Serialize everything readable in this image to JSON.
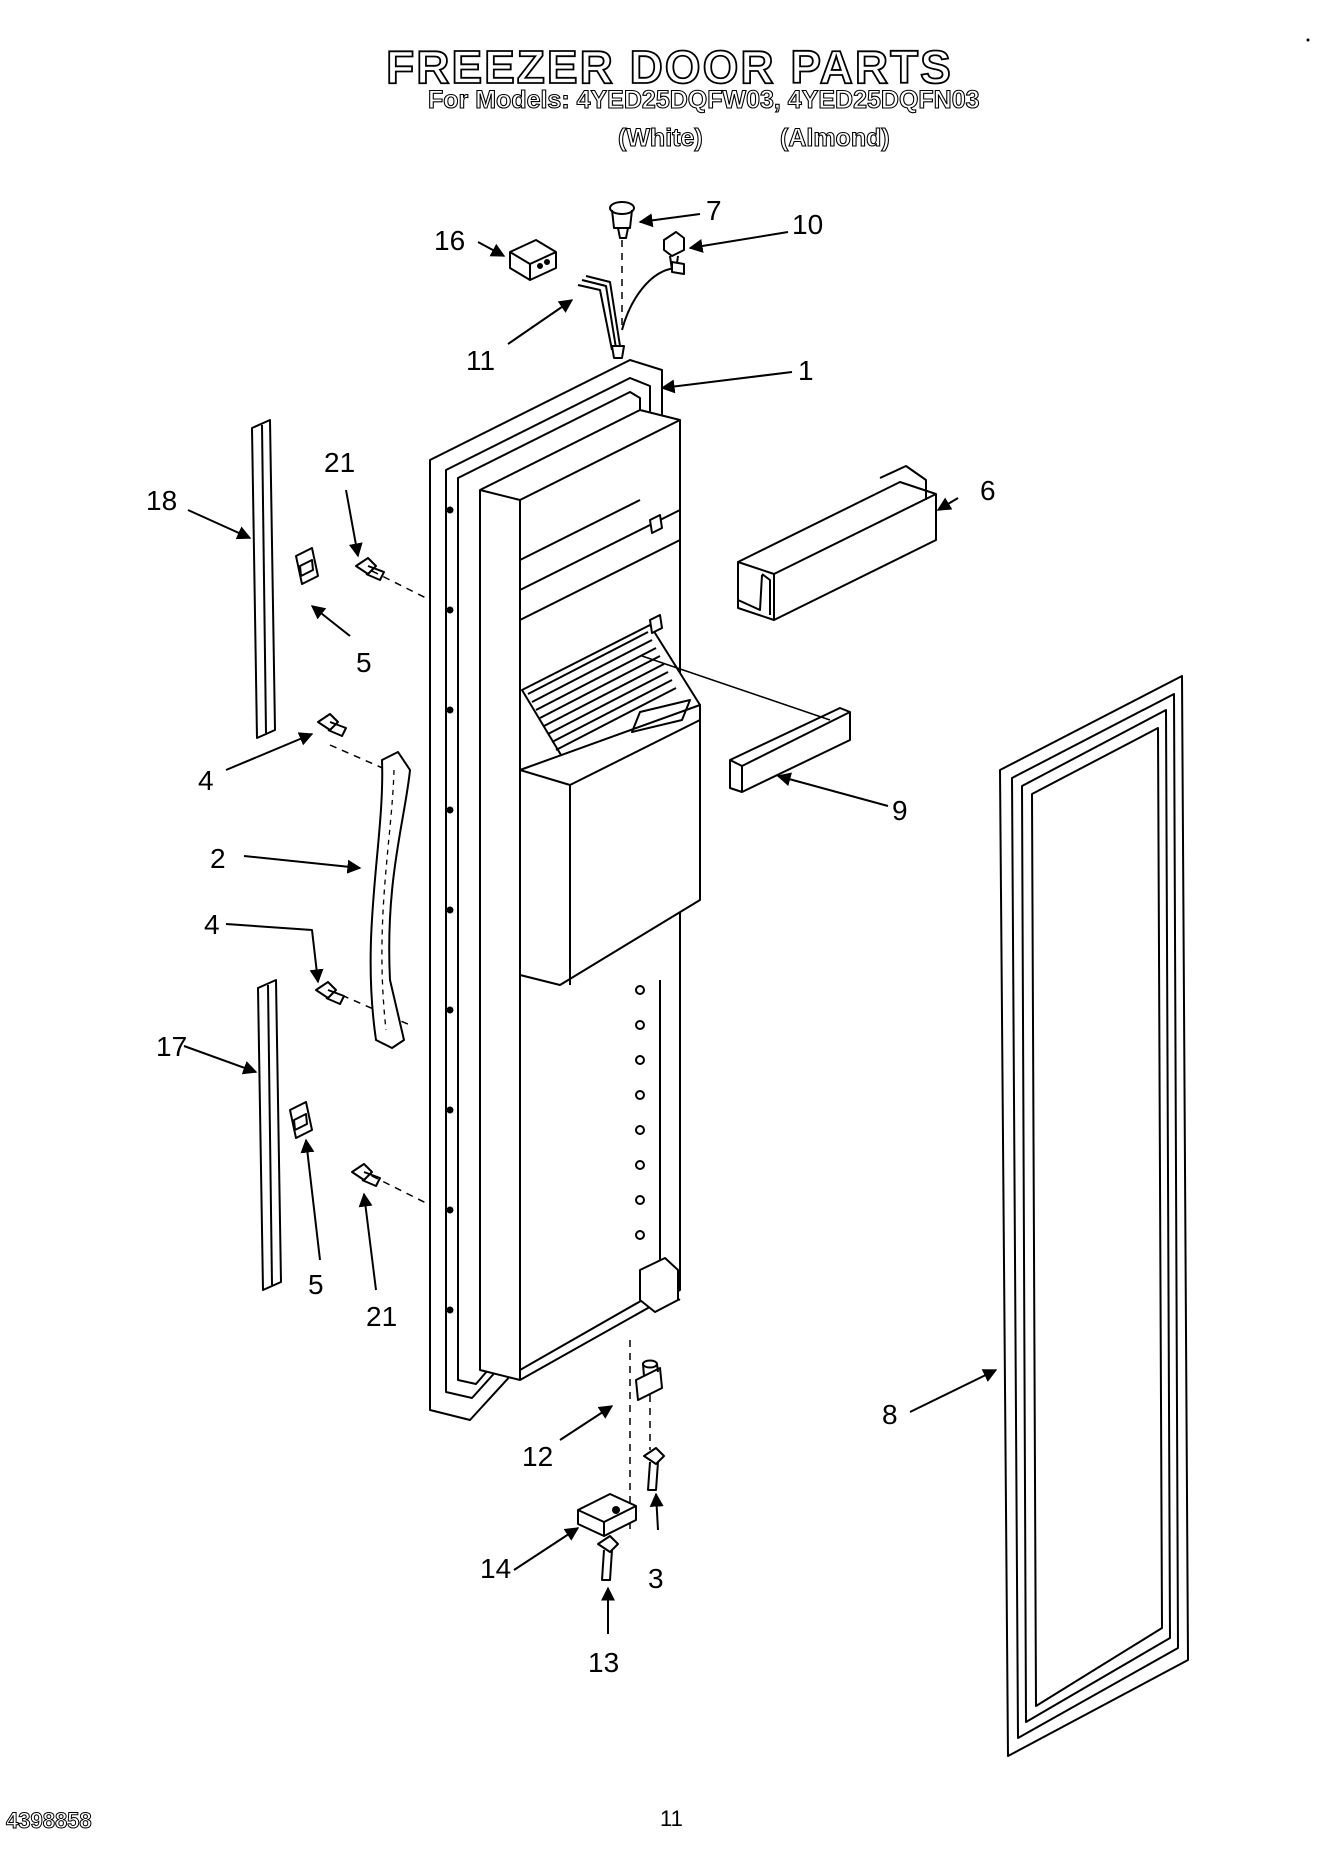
{
  "header": {
    "title": "FREEZER DOOR PARTS",
    "models": "For Models: 4YED25DQFW03, 4YED25DQFN03",
    "finish_white": "(White)",
    "finish_almond": "(Almond)"
  },
  "callouts": [
    {
      "id": "c7",
      "label": "7"
    },
    {
      "id": "c10",
      "label": "10"
    },
    {
      "id": "c16",
      "label": "16"
    },
    {
      "id": "c11",
      "label": "11"
    },
    {
      "id": "c1",
      "label": "1"
    },
    {
      "id": "c21a",
      "label": "21"
    },
    {
      "id": "c18",
      "label": "18"
    },
    {
      "id": "c6",
      "label": "6"
    },
    {
      "id": "c5a",
      "label": "5"
    },
    {
      "id": "c4a",
      "label": "4"
    },
    {
      "id": "c9",
      "label": "9"
    },
    {
      "id": "c2",
      "label": "2"
    },
    {
      "id": "c4b",
      "label": "4"
    },
    {
      "id": "c17",
      "label": "17"
    },
    {
      "id": "c5b",
      "label": "5"
    },
    {
      "id": "c21b",
      "label": "21"
    },
    {
      "id": "c8",
      "label": "8"
    },
    {
      "id": "c12",
      "label": "12"
    },
    {
      "id": "c14",
      "label": "14"
    },
    {
      "id": "c3",
      "label": "3"
    },
    {
      "id": "c13",
      "label": "13"
    }
  ],
  "footer": {
    "document_number": "4398858",
    "page_number": "11"
  }
}
